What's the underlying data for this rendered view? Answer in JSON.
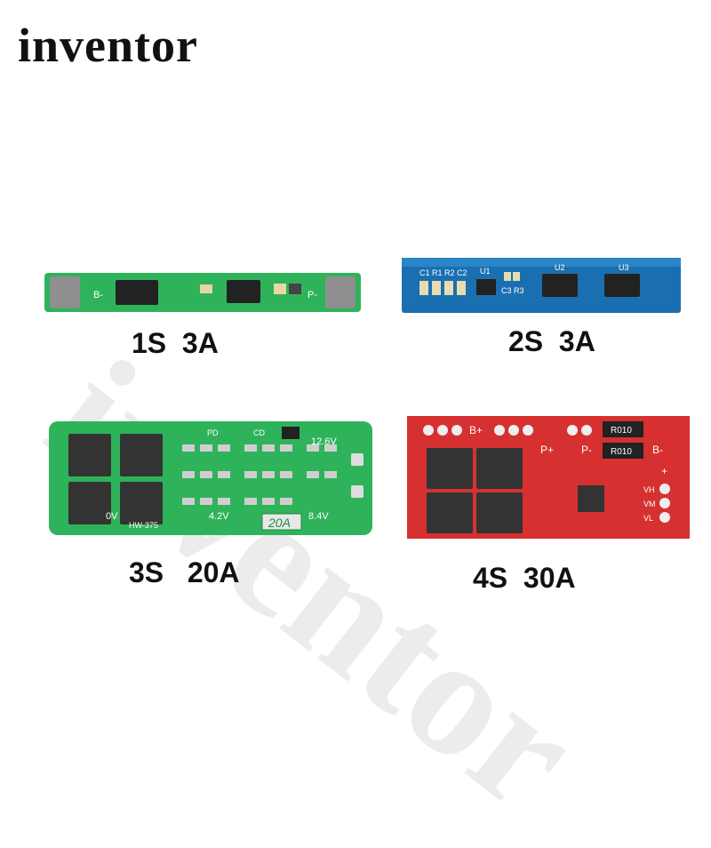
{
  "brand": "inventor",
  "watermark": "inventor",
  "products": [
    {
      "caption": "1S  3A",
      "labels": {
        "b_minus": "B-",
        "p_minus": "P-"
      }
    },
    {
      "caption": "2S  3A",
      "labels": {
        "c1": "C1",
        "r1": "R1",
        "r2": "R2",
        "c2": "C2",
        "u1": "U1",
        "u2": "U2",
        "u3": "U3",
        "c3": "C3",
        "r3": "R3"
      }
    },
    {
      "caption": "3S   20A",
      "labels": {
        "v12": "12.6V",
        "v4": "4.2V",
        "v8": "8.4V",
        "ov": "0V",
        "amp": "20A",
        "model": "HW-375",
        "pd": "PD",
        "cd": "CD"
      }
    },
    {
      "caption": "4S  30A",
      "labels": {
        "bplus": "B+",
        "pplus": "P+",
        "pminus": "P-",
        "bminus": "B-",
        "r010a": "R010",
        "r010b": "R010",
        "vh": "VH",
        "vm": "VM",
        "vl": "VL",
        "plus": "+"
      }
    }
  ],
  "colors": {
    "green_pcb": "#2fb35a",
    "blue_pcb": "#1a6fb0",
    "red_pcb": "#d63030",
    "pad": "#9a9a9a"
  }
}
